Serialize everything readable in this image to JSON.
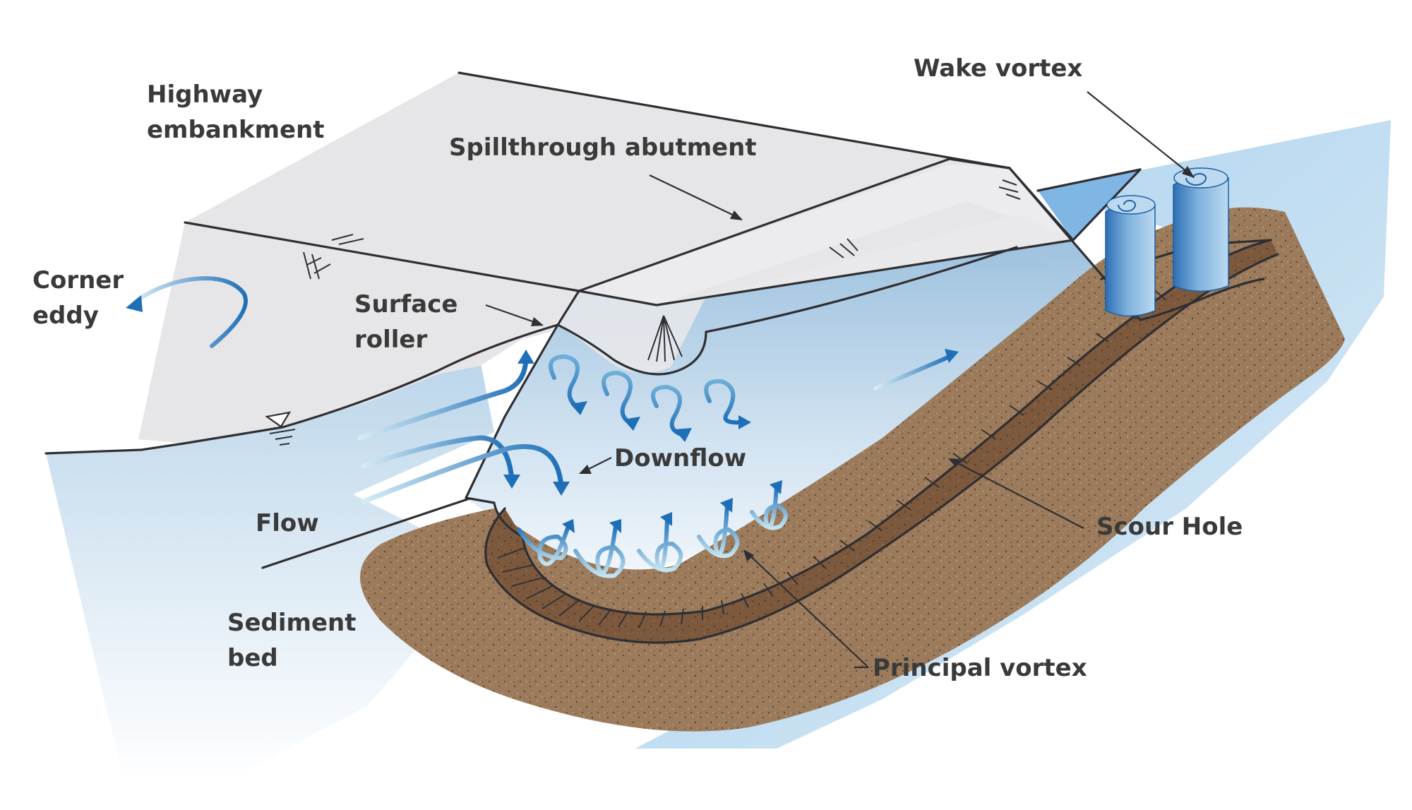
{
  "labels": {
    "highway_line1": "Highway",
    "highway_line2": "embankment",
    "spillthrough": "Spillthrough abutment",
    "wake_vortex": "Wake vortex",
    "corner_line1": "Corner",
    "corner_line2": "eddy",
    "surface_line1": "Surface",
    "surface_line2": "roller",
    "downflow": "Downflow",
    "flow": "Flow",
    "scour_hole": "Scour Hole",
    "sediment_line1": "Sediment",
    "sediment_line2": "bed",
    "principal_vortex": "Principal vortex"
  },
  "colors": {
    "embankment": "#e6e6e8",
    "water": "#a9c8e2",
    "water_light": "#e8f2fa",
    "sediment": "#9b7b5b",
    "scour_hole": "#7c583d",
    "arrow_dark": "#1f6fb8",
    "arrow_light": "#bfe0ee",
    "text": "#3a3a3a",
    "line": "#2f2f33"
  },
  "icons": [
    "flow-arrow",
    "vortex-swirl-arrow",
    "wake-vortex-roll",
    "water-level-symbol"
  ]
}
